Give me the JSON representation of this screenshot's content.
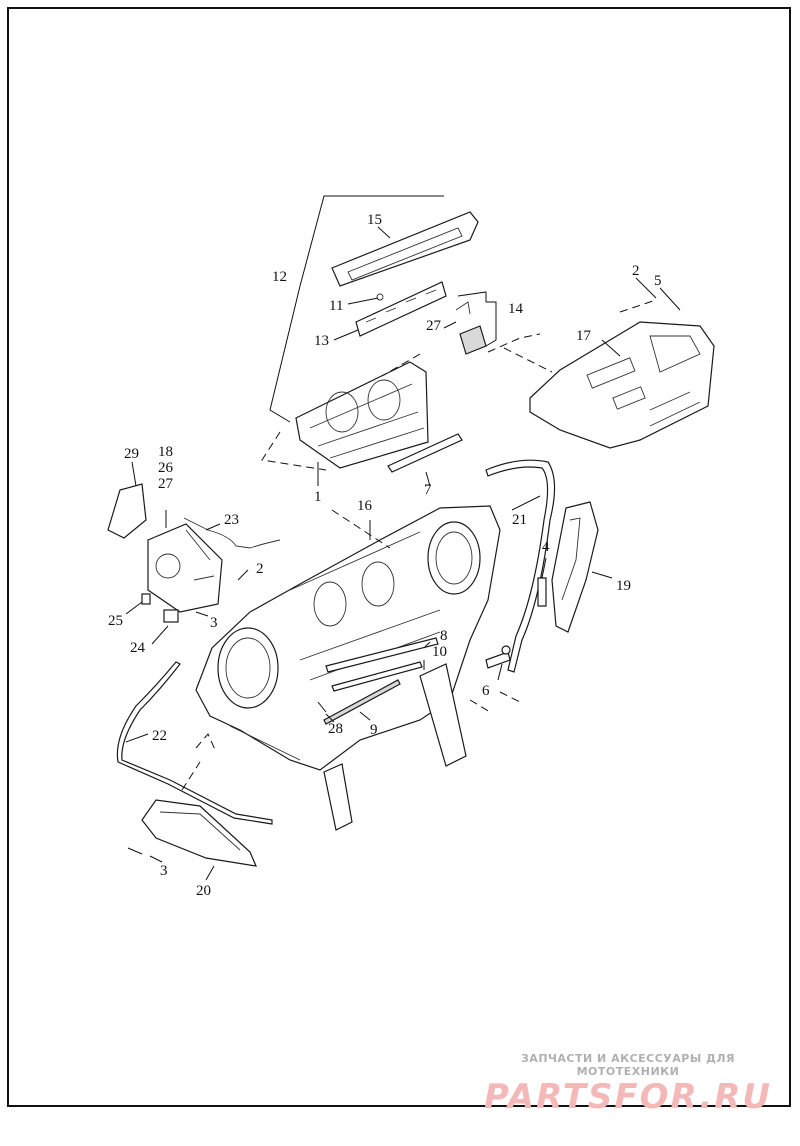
{
  "diagram": {
    "callouts": [
      {
        "id": "c1",
        "text": "1"
      },
      {
        "id": "c2a",
        "text": "2"
      },
      {
        "id": "c2b",
        "text": "2"
      },
      {
        "id": "c3a",
        "text": "3"
      },
      {
        "id": "c3b",
        "text": "3"
      },
      {
        "id": "c4",
        "text": "4"
      },
      {
        "id": "c5",
        "text": "5"
      },
      {
        "id": "c6",
        "text": "6"
      },
      {
        "id": "c7",
        "text": "7"
      },
      {
        "id": "c8",
        "text": "8"
      },
      {
        "id": "c9",
        "text": "9"
      },
      {
        "id": "c10",
        "text": "10"
      },
      {
        "id": "c11",
        "text": "11"
      },
      {
        "id": "c12",
        "text": "12"
      },
      {
        "id": "c13",
        "text": "13"
      },
      {
        "id": "c14",
        "text": "14"
      },
      {
        "id": "c15",
        "text": "15"
      },
      {
        "id": "c16",
        "text": "16"
      },
      {
        "id": "c17",
        "text": "17"
      },
      {
        "id": "c18",
        "text": "18"
      },
      {
        "id": "c19",
        "text": "19"
      },
      {
        "id": "c20",
        "text": "20"
      },
      {
        "id": "c21",
        "text": "21"
      },
      {
        "id": "c22",
        "text": "22"
      },
      {
        "id": "c23",
        "text": "23"
      },
      {
        "id": "c24",
        "text": "24"
      },
      {
        "id": "c25",
        "text": "25"
      },
      {
        "id": "c26",
        "text": "26"
      },
      {
        "id": "c27a",
        "text": "27"
      },
      {
        "id": "c27b",
        "text": "27"
      },
      {
        "id": "c28",
        "text": "28"
      },
      {
        "id": "c29",
        "text": "29"
      }
    ]
  },
  "watermark": {
    "caption": "ЗАПЧАСТИ И АКСЕССУАРЫ ДЛЯ МОТОТЕХНИКИ",
    "logo": "PARTSFOR.RU",
    "logo_color": "#f4b8b8"
  }
}
